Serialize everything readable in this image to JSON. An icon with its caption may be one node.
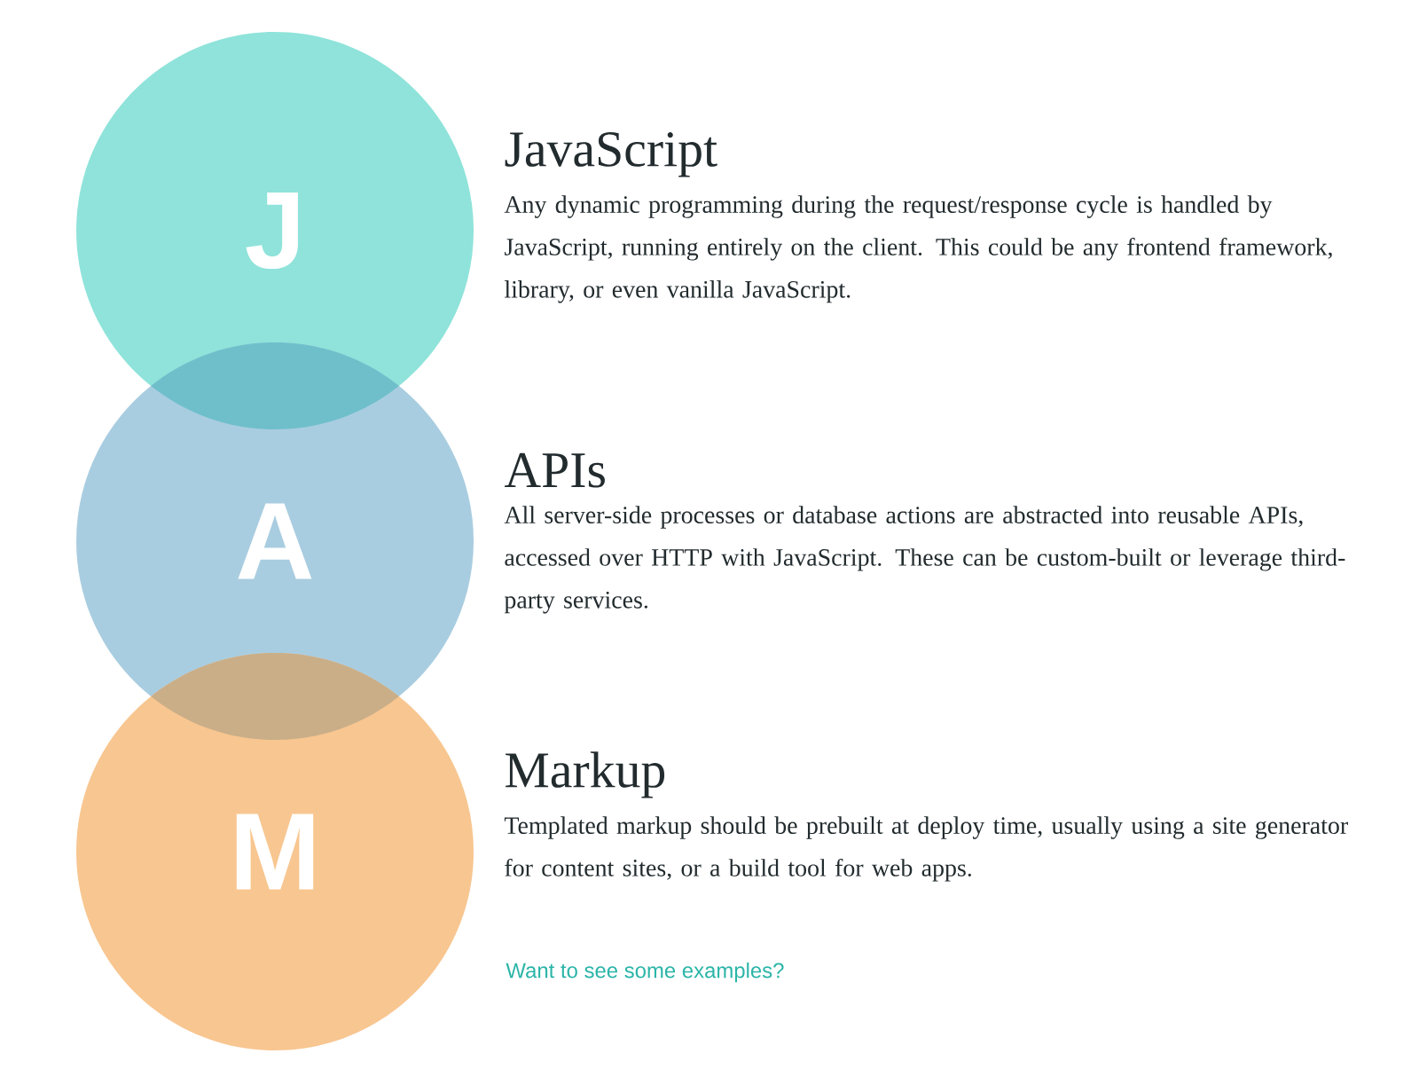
{
  "diagram": {
    "nodes": [
      {
        "text": [
          "J"
        ],
        "beside": [
          "JavaScript",
          "Any dynamic programming during the request/response cycle is handled by JavaScript, running entirely on the client. This could be any frontend framework, library, or even vanilla JavaScript."
        ]
      },
      {
        "text": [
          "A"
        ],
        "beside": [
          "APIs",
          "All server-side processes or database actions are abstracted into reusable APIs, accessed over HTTP with JavaScript. These can be custom-built or leverage third-party services."
        ]
      },
      {
        "text": [
          "M"
        ],
        "beside": [
          "Markup",
          "Templated markup should be prebuilt at deploy time, usually using a site generator for content sites, or a build tool for web apps."
        ]
      }
    ],
    "labels": [
      "Want to see some examples?"
    ]
  }
}
